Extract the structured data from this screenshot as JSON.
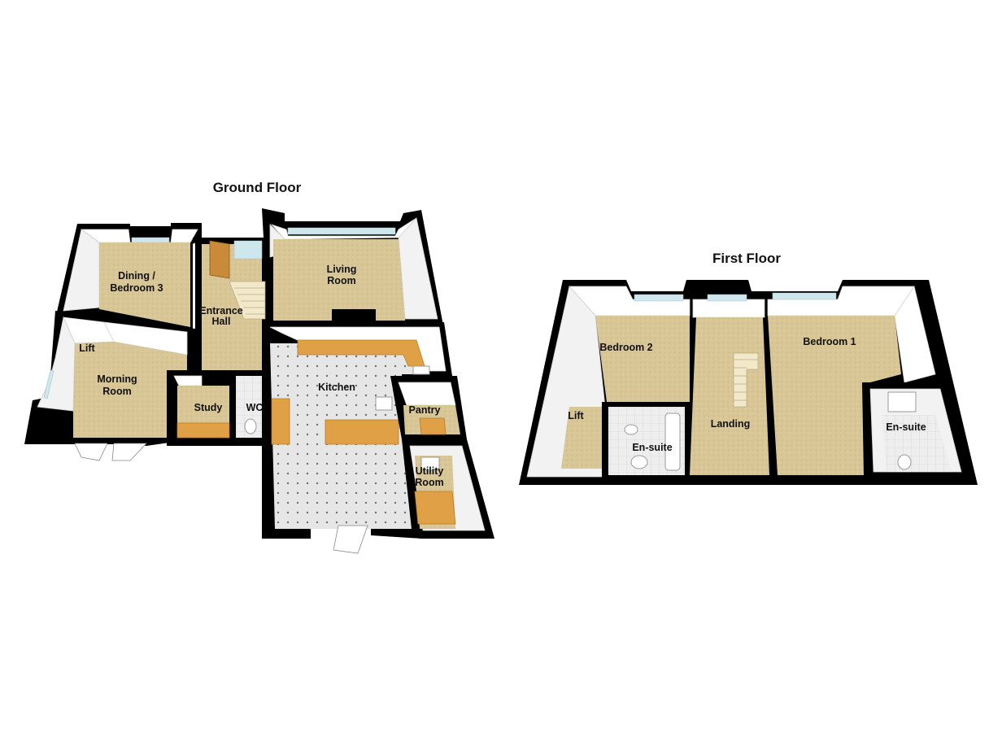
{
  "floors": {
    "ground": {
      "title": "Ground Floor",
      "rooms": {
        "dining": "Dining /",
        "dining2": "Bedroom 3",
        "entrance": "Entrance",
        "entrance2": "Hall",
        "living": "Living",
        "living2": "Room",
        "lift": "Lift",
        "morning": "Morning",
        "morning2": "Room",
        "study": "Study",
        "wc": "WC",
        "kitchen": "Kitchen",
        "pantry": "Pantry",
        "utility": "Utility",
        "utility2": "Room"
      }
    },
    "first": {
      "title": "First Floor",
      "rooms": {
        "bedroom2": "Bedroom 2",
        "lift": "Lift",
        "ensuite_left": "En-suite",
        "landing": "Landing",
        "bedroom1": "Bedroom 1",
        "ensuite_right": "En-suite"
      }
    }
  },
  "colors": {
    "wall": "#000000",
    "carpet": "#d9c89a",
    "tile": "#e4e4e4",
    "worktop": "#e0a046",
    "window": "#cfe7ec"
  }
}
